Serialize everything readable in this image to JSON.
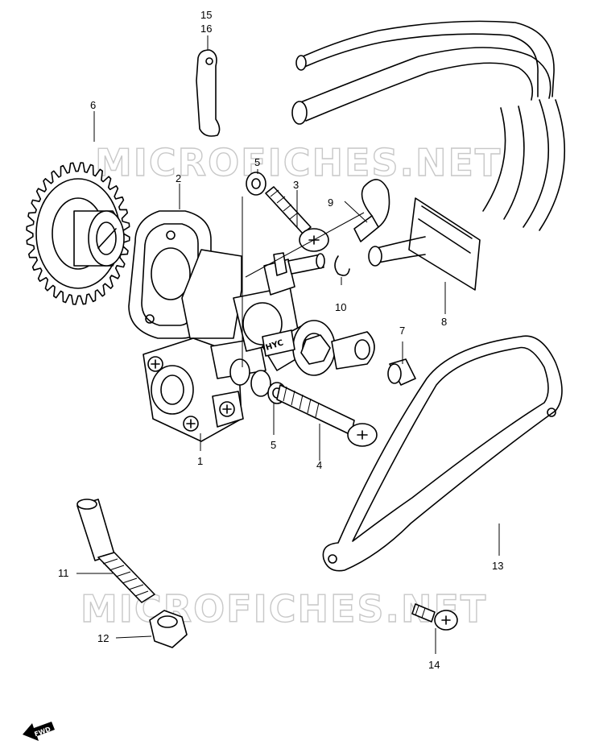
{
  "watermarks": [
    "MICROFICHES.NET",
    "MICROFICHES.NET"
  ],
  "fwd_label": "FWD",
  "callouts": [
    {
      "id": "1",
      "text": "1"
    },
    {
      "id": "2",
      "text": "2"
    },
    {
      "id": "3",
      "text": "3"
    },
    {
      "id": "4",
      "text": "4"
    },
    {
      "id": "5a",
      "text": "5"
    },
    {
      "id": "5b",
      "text": "5"
    },
    {
      "id": "6",
      "text": "6"
    },
    {
      "id": "7",
      "text": "7"
    },
    {
      "id": "8",
      "text": "8"
    },
    {
      "id": "9",
      "text": "9"
    },
    {
      "id": "10",
      "text": "10"
    },
    {
      "id": "11",
      "text": "11"
    },
    {
      "id": "12",
      "text": "12"
    },
    {
      "id": "13",
      "text": "13"
    },
    {
      "id": "14",
      "text": "14"
    },
    {
      "id": "15",
      "text": "15"
    },
    {
      "id": "16",
      "text": "16"
    }
  ]
}
